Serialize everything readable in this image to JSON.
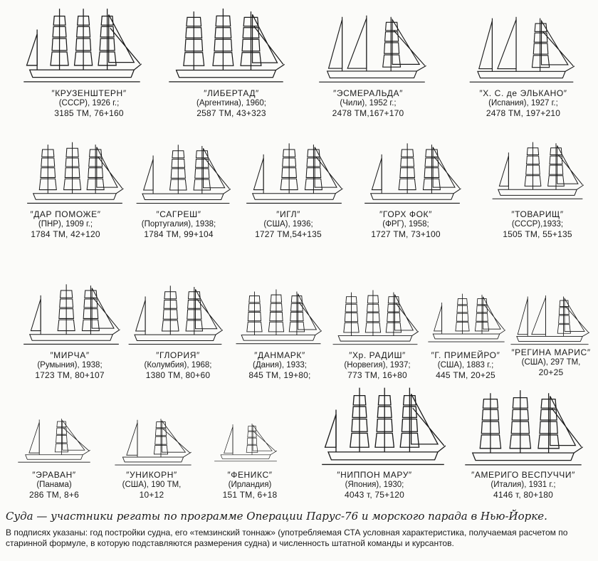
{
  "ships": [
    {
      "name": "КРУЗЕНШТЕРН",
      "country": "(СССР), 1926 г.;",
      "specs": "3185 ТМ, 76+160"
    },
    {
      "name": "ЛИБЕРТАД",
      "country": "(Аргентина), 1960;",
      "specs": "2587 ТМ, 43+323"
    },
    {
      "name": "ЭСМЕРАЛЬДА",
      "country": "(Чили), 1952 г.;",
      "specs": "2478 ТМ,167+170"
    },
    {
      "name": "Х. С. де ЭЛЬКАНО",
      "country": "(Испания), 1927 г.;",
      "specs": "2478 ТМ, 197+210"
    },
    {
      "name": "ДАР ПОМОЖЕ",
      "country": "(ПНР), 1909 г.;",
      "specs": "1784 ТМ, 42+120"
    },
    {
      "name": "САГРЕШ",
      "country": "(Португалия), 1938;",
      "specs": "1784 ТМ, 99+104"
    },
    {
      "name": "ИГЛ",
      "country": "(США), 1936;",
      "specs": "1727 ТМ,54+135"
    },
    {
      "name": "ГОРХ ФОК",
      "country": "(ФРГ), 1958;",
      "specs": "1727 ТМ, 73+100"
    },
    {
      "name": "ТОВАРИЩ",
      "country": "(СССР),1933;",
      "specs": "1505 ТМ, 55+135"
    },
    {
      "name": "МИРЧА",
      "country": "(Румыния), 1938;",
      "specs": "1723 ТМ, 80+107"
    },
    {
      "name": "ГЛОРИЯ",
      "country": "(Колумбия), 1968;",
      "specs": "1380 ТМ, 80+60"
    },
    {
      "name": "ДАНМАРК",
      "country": "(Дания), 1933;",
      "specs": "845 ТМ, 19+80;"
    },
    {
      "name": "Хр. РАДИШ",
      "country": "(Норвегия), 1937;",
      "specs": "773 ТМ, 16+80"
    },
    {
      "name": "Г. ПРИМЕЙРО",
      "country": "(США), 1883 г.;",
      "specs": "445 ТМ, 20+25"
    },
    {
      "name": "РЕГИНА МАРИС",
      "country": "(США), 297 ТМ,",
      "specs": "20+25"
    },
    {
      "name": "ЭРАВАН",
      "country": "(Панама)",
      "specs": "286 ТМ, 8+6"
    },
    {
      "name": "УНИКОРН",
      "country": "(США), 190 ТМ,",
      "specs": "10+12"
    },
    {
      "name": "ФЕНИКС",
      "country": "(Ирландия)",
      "specs": "151 ТМ, 6+18"
    },
    {
      "name": "НИППОН МАРУ",
      "country": "(Япония), 1930;",
      "specs": "4043 т, 75+120"
    },
    {
      "name": "АМЕРИГО ВЕСПУЧЧИ",
      "country": "(Италия), 1931 г.;",
      "specs": "4146 т, 80+180"
    }
  ],
  "caption": {
    "title": "Суда — участники регаты по программе Операции Парус-76 и морского парада в Нью-Йорке.",
    "note": "В подписях указаны: год постройки судна, его «темзинский тоннаж» (употребляемая СТА условная характеристика, получаемая расчетом по старинной формуле, в которую подставляются размерения судна) и численность штатной команды и курсантов."
  }
}
